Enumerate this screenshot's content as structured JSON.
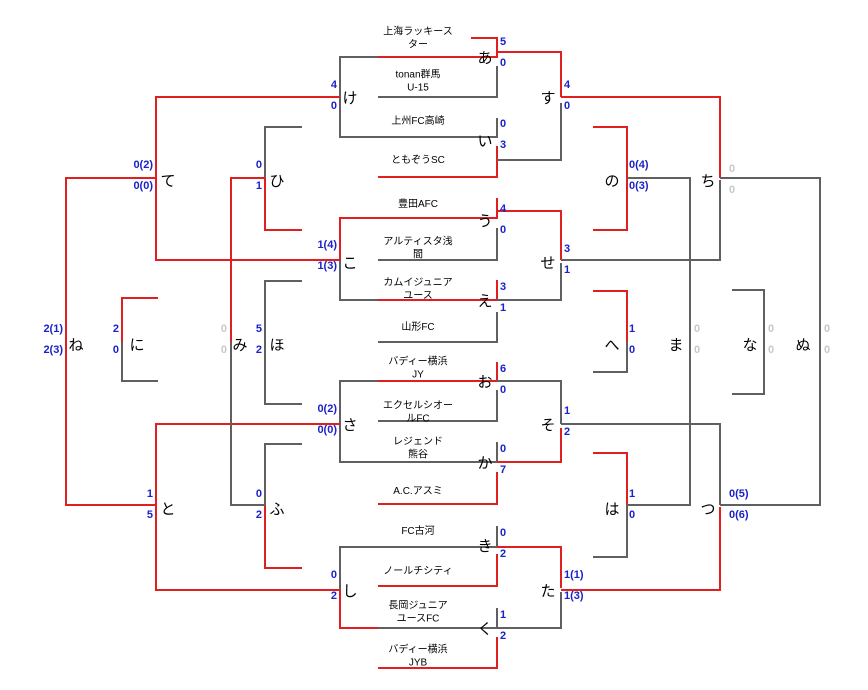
{
  "colors": {
    "win": "#e02020",
    "line": "#606060",
    "score": "#1a22c8",
    "empty_score": "#c8c8c8"
  },
  "teams": [
    [
      "上海ラッキース",
      "ター"
    ],
    [
      "tonan群馬",
      "U-15"
    ],
    [
      "上州FC高崎"
    ],
    [
      "ともぞうSC"
    ],
    [
      "豊田AFC"
    ],
    [
      "アルティスタ浅",
      "間"
    ],
    [
      "カムイジュニア",
      "ユース"
    ],
    [
      "山形FC"
    ],
    [
      "バディー横浜",
      "JY"
    ],
    [
      "エクセルシオー",
      "ルFC"
    ],
    [
      "レジェンド",
      "熊谷"
    ],
    [
      "A.C.アスミ"
    ],
    [
      "FC古河"
    ],
    [
      "ノールチシティ"
    ],
    [
      "長岡ジュニア",
      "ユースFC"
    ],
    [
      "バディー横浜",
      "JYB"
    ]
  ],
  "match_labels": {
    "a": "あ",
    "i": "い",
    "u": "う",
    "e": "え",
    "o": "お",
    "ka": "か",
    "ki": "き",
    "ku": "く",
    "ke": "け",
    "ko": "こ",
    "sa": "さ",
    "shi": "し",
    "su": "す",
    "se": "せ",
    "so": "そ",
    "ta": "た",
    "chi": "ち",
    "tsu": "つ",
    "te": "て",
    "to": "と",
    "na": "な",
    "ni": "に",
    "nu": "ぬ",
    "ne": "ね",
    "no": "の",
    "ha": "は",
    "hi": "ひ",
    "fu": "ふ",
    "he": "へ",
    "ho": "ほ",
    "ma": "ま",
    "mi": "み"
  },
  "scores": {
    "a": [
      "5",
      "0"
    ],
    "i": [
      "0",
      "3"
    ],
    "u": [
      "4",
      "0"
    ],
    "e": [
      "3",
      "1"
    ],
    "o": [
      "6",
      "0"
    ],
    "ka": [
      "0",
      "7"
    ],
    "ki": [
      "0",
      "2"
    ],
    "ku": [
      "1",
      "2"
    ],
    "su": [
      "4",
      "0"
    ],
    "se": [
      "3",
      "1"
    ],
    "so": [
      "1",
      "2"
    ],
    "ta": [
      "1(1)",
      "1(3)"
    ],
    "ke": [
      "4",
      "0"
    ],
    "ko": [
      "1(4)",
      "1(3)"
    ],
    "sa": [
      "0(2)",
      "0(0)"
    ],
    "shi": [
      "0",
      "2"
    ],
    "chi": [
      "0",
      "0"
    ],
    "tsu": [
      "0(5)",
      "0(6)"
    ],
    "te": [
      "0(2)",
      "0(0)"
    ],
    "to": [
      "1",
      "5"
    ],
    "ne": [
      "2(1)",
      "2(3)"
    ],
    "no": [
      "0(4)",
      "0(3)"
    ],
    "ha": [
      "1",
      "0"
    ],
    "he": [
      "1",
      "0"
    ],
    "hi": [
      "0",
      "1"
    ],
    "fu": [
      "0",
      "2"
    ],
    "ho": [
      "5",
      "2"
    ],
    "mi": [
      "0",
      "0"
    ],
    "ma": [
      "0",
      "0"
    ],
    "na": [
      "0",
      "0"
    ],
    "nu": [
      "0",
      "0"
    ],
    "ni": [
      "2",
      "0"
    ]
  }
}
